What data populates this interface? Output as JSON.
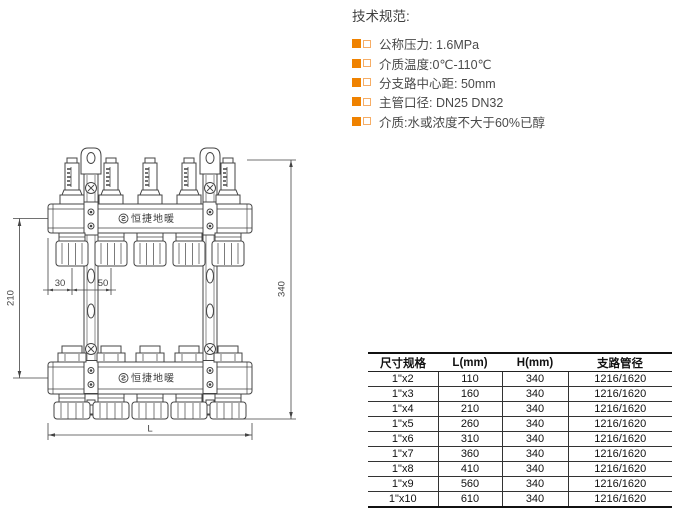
{
  "specs": {
    "title": "技术规范:",
    "items": [
      "公称压力: 1.6MPa",
      "介质温度:0℃-110℃",
      "分支路中心距: 50mm",
      "主管口径: DN25 DN32",
      "介质:水或浓度不大于60%已醇"
    ],
    "bullet_color": "#ef8200",
    "bullet_outline_color": "#f6ad66"
  },
  "drawing": {
    "brand": "恒捷地暖",
    "line_color": "#444444",
    "dims": {
      "d30": "30",
      "d50": "50",
      "d210": "210",
      "d340": "340",
      "L": "L"
    }
  },
  "table": {
    "headers": [
      "尺寸规格",
      "L(mm)",
      "H(mm)",
      "支路管径"
    ],
    "rows": [
      [
        "1\"x2",
        "110",
        "340",
        "1216/1620"
      ],
      [
        "1\"x3",
        "160",
        "340",
        "1216/1620"
      ],
      [
        "1\"x4",
        "210",
        "340",
        "1216/1620"
      ],
      [
        "1\"x5",
        "260",
        "340",
        "1216/1620"
      ],
      [
        "1\"x6",
        "310",
        "340",
        "1216/1620"
      ],
      [
        "1\"x7",
        "360",
        "340",
        "1216/1620"
      ],
      [
        "1\"x8",
        "410",
        "340",
        "1216/1620"
      ],
      [
        "1\"x9",
        "560",
        "340",
        "1216/1620"
      ],
      [
        "1\"x10",
        "610",
        "340",
        "1216/1620"
      ]
    ]
  }
}
